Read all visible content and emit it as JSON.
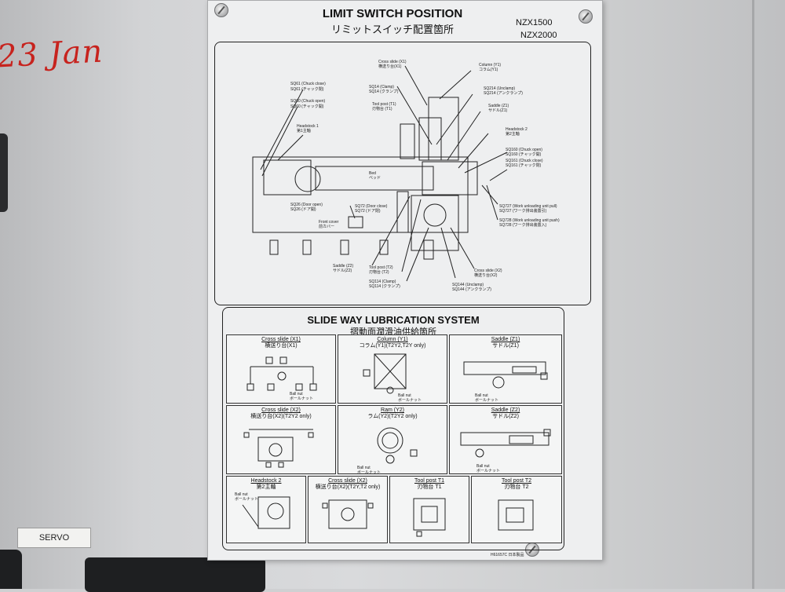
{
  "handwriting": "23 Jan",
  "servo_label": "SERVO",
  "plate": {
    "title_en": "LIMIT SWITCH POSITION",
    "title_jp": "リミットスイッチ配置箇所",
    "models": [
      "NZX1500",
      "NZX2000"
    ],
    "limit_switch_labels": [
      "Cross slide (X1)",
      "横送り台(X1)",
      "Column (Y1)",
      "コラム(Y1)",
      "SQ61 (Chuck close)",
      "SQ61 (チャック閉)",
      "SQ60 (Chuck open)",
      "SQ60 (チャック開)",
      "SQ14 (Clamp)",
      "SQ14 (クランプ)",
      "SQ214 (Unclamp)",
      "SQ214 (アンクランプ)",
      "Tool post (T1)",
      "刃物台 (T1)",
      "Saddle (Z1)",
      "サドル(Z1)",
      "Headstock 1",
      "第1主軸",
      "Headstock 2",
      "第2主軸",
      "SQ160 (Chuck open)",
      "SQ160 (チャック開)",
      "SQ161 (Chuck close)",
      "SQ161 (チャック閉)",
      "Bed",
      "ベッド",
      "SQ26 (Door open)",
      "SQ26 (ドア開)",
      "SQ72 (Door close)",
      "SQ72 (ドア閉)",
      "Front cover",
      "前カバー",
      "SQ727 (Work unloading unit pull)",
      "SQ727 (ワーク排出装置引)",
      "SQ728 (Work unloading unit push)",
      "SQ728 (ワーク排出装置入)",
      "Saddle (Z2)",
      "サドル(Z2)",
      "Tool post (T2)",
      "刃物台 (T2)",
      "SQ114 (Clamp)",
      "SQ114 (クランプ)",
      "SQ144 (Unclamp)",
      "SQ144 (アンクランプ)",
      "Cross slide (X2)",
      "横送り台(X2)"
    ],
    "lube_title_en": "SLIDE WAY LUBRICATION SYSTEM",
    "lube_title_jp": "摺動面潤滑油供給箇所",
    "cells": [
      {
        "name": "Cross slide (X1)",
        "jp": "横送り台(X1)",
        "nut": "Ball nut",
        "nut_jp": "ボールナット"
      },
      {
        "name": "Column (Y1)",
        "jp": "コラム(Y1)(T2Y2,T2Y only)",
        "nut": "Ball nut",
        "nut_jp": "ボールナット"
      },
      {
        "name": "Saddle (Z1)",
        "jp": "サドル(Z1)",
        "nut": "Ball nut",
        "nut_jp": "ボールナット"
      },
      {
        "name": "Cross slide (X2)",
        "jp": "横送り台(X2)(T2Y2 only)",
        "nut": "",
        "nut_jp": ""
      },
      {
        "name": "Ram (Y2)",
        "jp": "ラム(Y2)(T2Y2 only)",
        "nut": "Ball nut",
        "nut_jp": "ボールナット"
      },
      {
        "name": "Saddle (Z2)",
        "jp": "サドル(Z2)",
        "nut": "Ball nut",
        "nut_jp": "ボールナット"
      },
      {
        "name": "Headstock 2",
        "jp": "第2主軸",
        "nut": "Ball nut",
        "nut_jp": "ボールナット"
      },
      {
        "name": "Cross slide (X2)",
        "jp": "横送り台(X2)(T2Y,T2 only)",
        "nut": "",
        "nut_jp": ""
      },
      {
        "name": "Tool post T1",
        "jp": "刃物台 T1",
        "nut": "",
        "nut_jp": ""
      },
      {
        "name": "Tool post T2",
        "jp": "刃物台 T2",
        "nut": "",
        "nut_jp": ""
      }
    ],
    "footer": "H61657C  日本製品"
  }
}
